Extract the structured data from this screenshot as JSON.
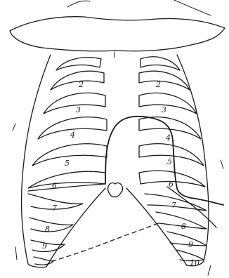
{
  "diagram": {
    "right_rib_labels": [
      "2",
      "3",
      "4",
      "5",
      "6",
      "7",
      "8",
      "9"
    ],
    "left_rib_labels": [
      "2",
      "3",
      "4",
      "5",
      "6",
      "7",
      "8",
      "9",
      "10"
    ]
  }
}
